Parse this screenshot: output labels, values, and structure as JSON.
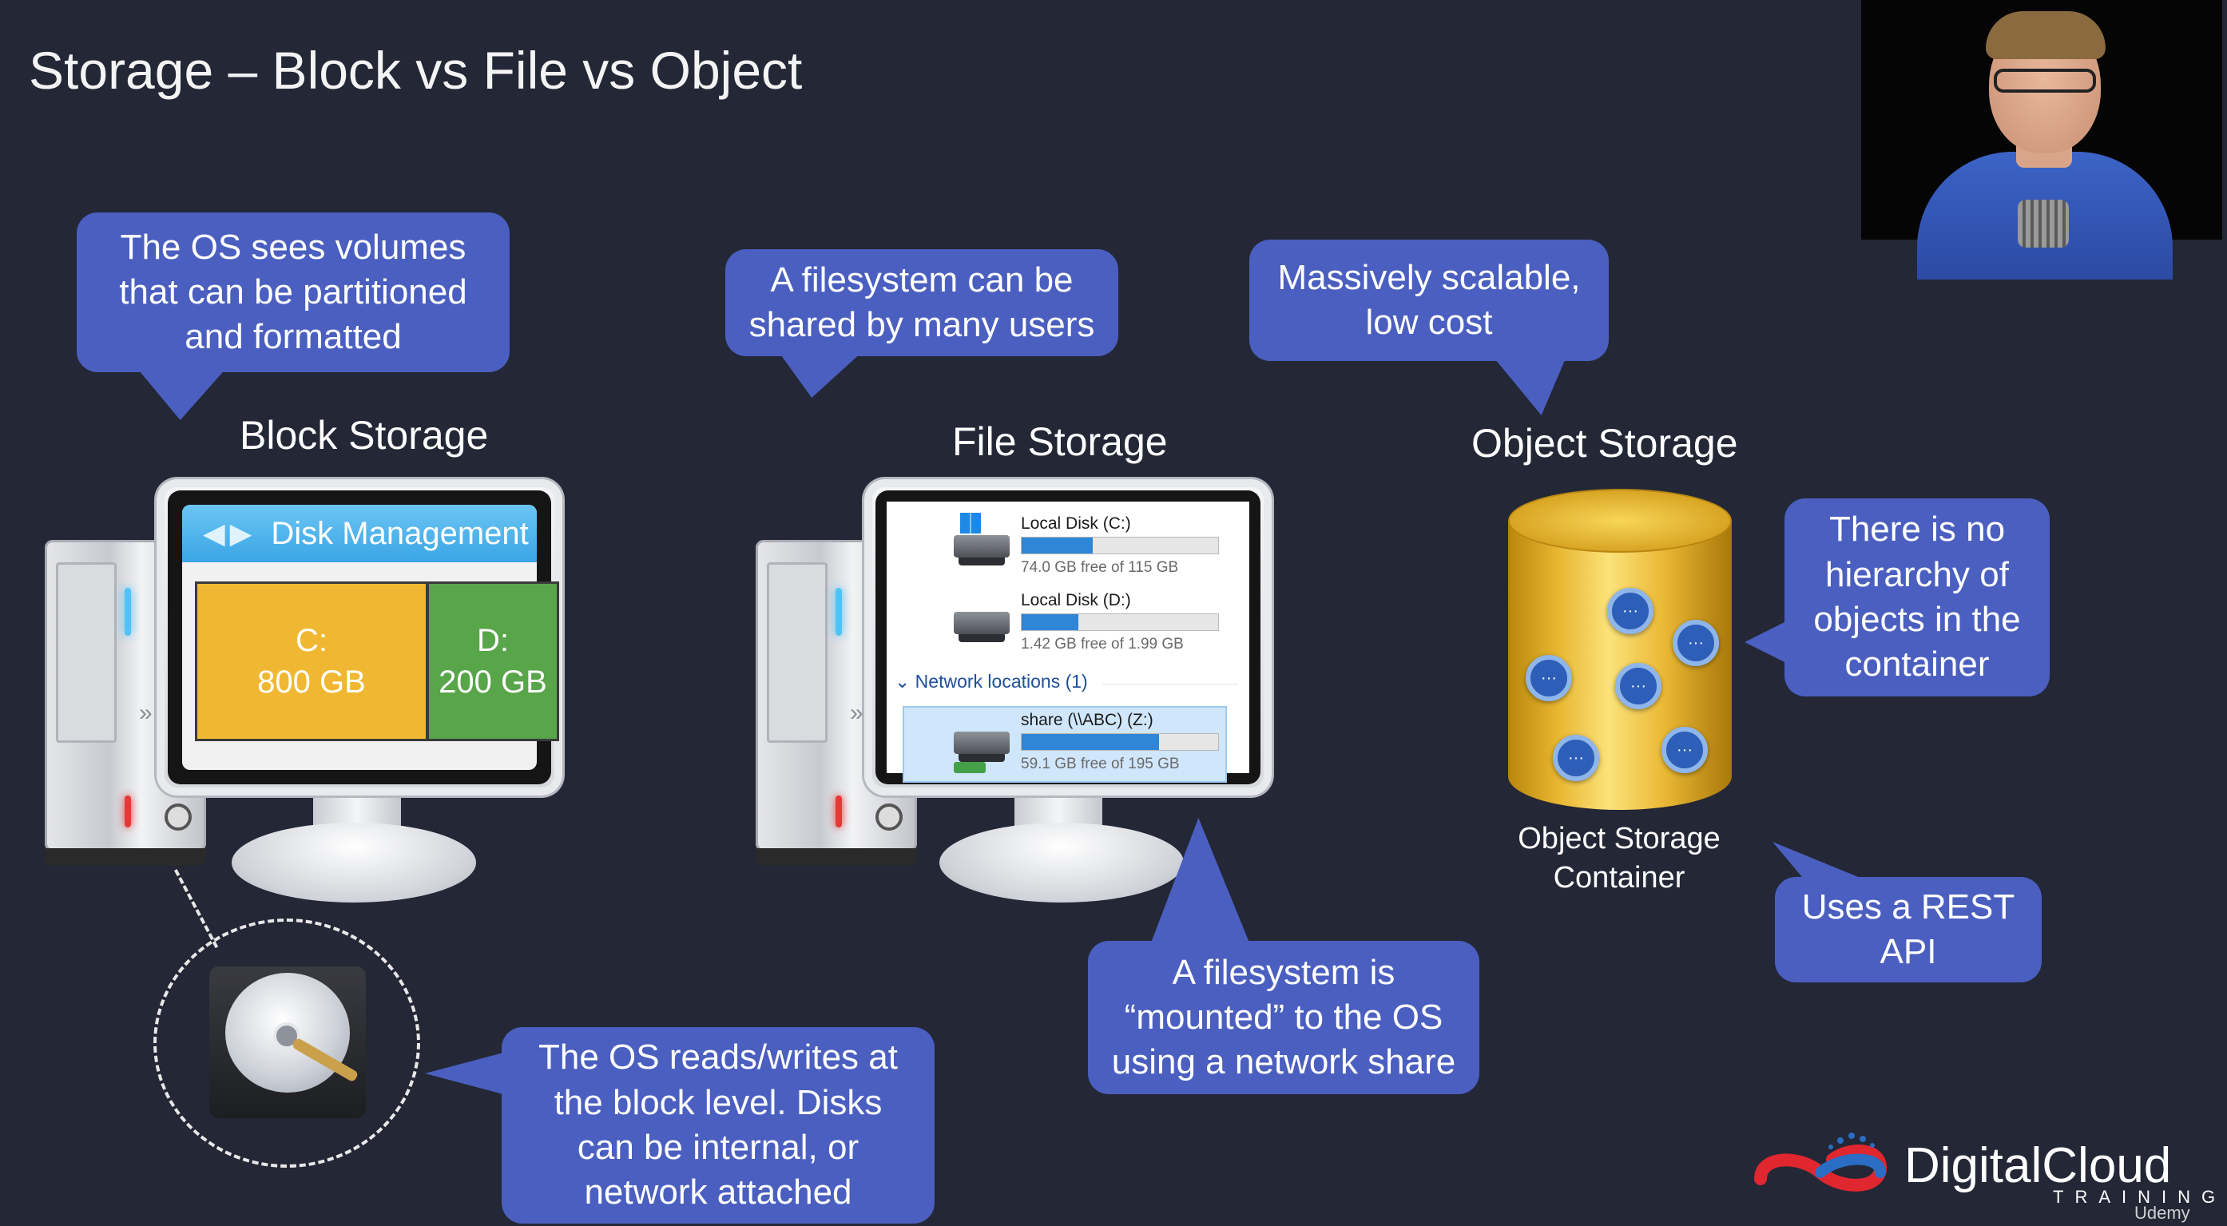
{
  "title": "Storage – Block vs File vs Object",
  "block": {
    "label": "Block Storage",
    "bubble_top": [
      "The OS sees volumes",
      "that can be partitioned",
      "and formatted"
    ],
    "bubble_bottom": [
      "The OS reads/writes at",
      "the block level. Disks",
      "can be internal, or",
      "network attached"
    ],
    "window_title": "Disk Management",
    "partition_c": [
      "C:",
      "800 GB"
    ],
    "partition_d": [
      "D:",
      "200 GB"
    ],
    "colors": {
      "partition_c": "#f0b832",
      "partition_d": "#58a54a",
      "header": "#3aa5e6"
    }
  },
  "file": {
    "label": "File Storage",
    "bubble_top": [
      "A filesystem can be",
      "shared by many users"
    ],
    "bubble_bottom": [
      "A filesystem is",
      "“mounted” to the OS",
      "using a network share"
    ],
    "drives": [
      {
        "name": "Local Disk (C:)",
        "free": "74.0 GB free of 115 GB",
        "used_fraction": 0.36
      },
      {
        "name": "Local Disk (D:)",
        "free": "1.42 GB free of 1.99 GB",
        "used_fraction": 0.29
      }
    ],
    "network_header": "Network locations (1)",
    "share": {
      "name": "share (\\\\ABC) (Z:)",
      "free": "59.1 GB free of 195 GB",
      "used_fraction": 0.7
    }
  },
  "object": {
    "label": "Object Storage",
    "bubble_top": [
      "Massively scalable,",
      "low cost"
    ],
    "bubble_right": [
      "There is no",
      "hierarchy of",
      "objects in the",
      "container"
    ],
    "bubble_api": [
      "Uses a REST",
      "API"
    ],
    "container_caption": [
      "Object Storage",
      "Container"
    ],
    "object_glyph": "···"
  },
  "branding": {
    "logo_text": "DigitalCloud",
    "logo_sub": "TRAINING",
    "watermark": "Udemy"
  },
  "colors": {
    "background": "#232736",
    "bubble": "#4a5fbf"
  }
}
